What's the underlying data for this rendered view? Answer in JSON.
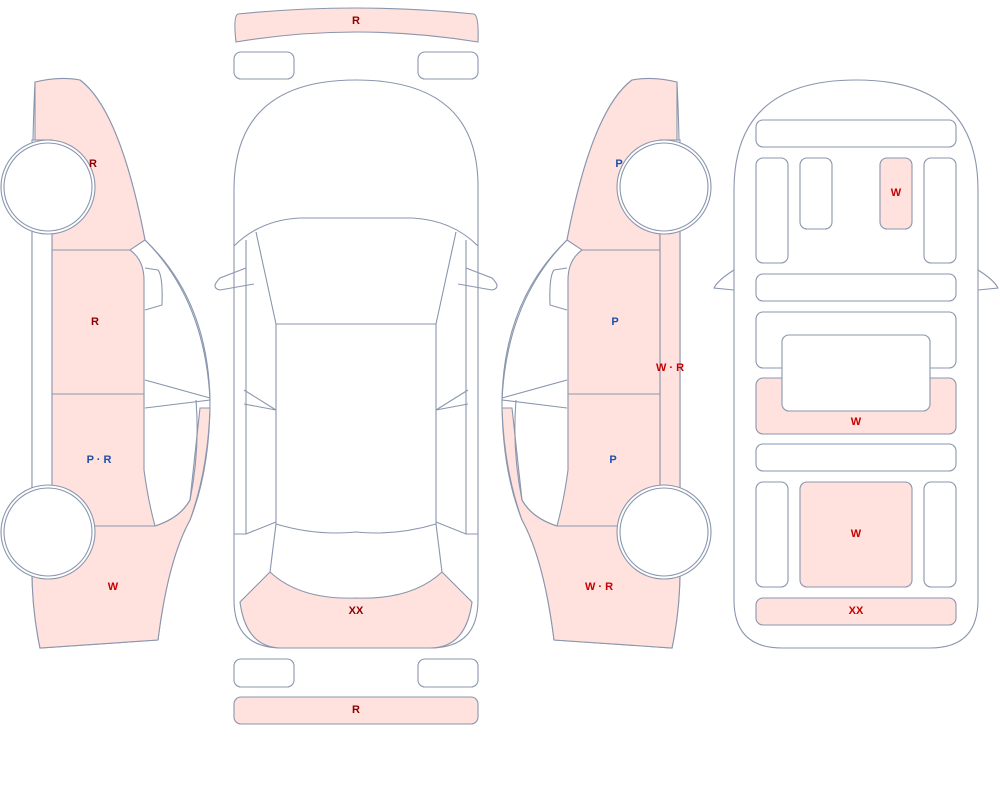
{
  "colors": {
    "damaged_fill": "#ffe1de",
    "outline": "#8a96ad",
    "label_red": "#c40000",
    "label_dark_red": "#8b0000",
    "label_blue": "#1f4fa8"
  },
  "views": {
    "left_side": {
      "front_fender": "R",
      "front_door": "R",
      "rear_door": "P · R",
      "rear_quarter": "W"
    },
    "top": {
      "front_bumper": "R",
      "rear_hood": "XX",
      "rear_bumper": "R"
    },
    "right_side": {
      "front_fender": "P",
      "front_door": "P",
      "rocker": "W · R",
      "rear_door": "P",
      "rear_quarter": "W · R"
    },
    "interior": {
      "seat": "W",
      "trunk_lid": "W",
      "cargo": "W",
      "rear_strip": "XX"
    }
  }
}
